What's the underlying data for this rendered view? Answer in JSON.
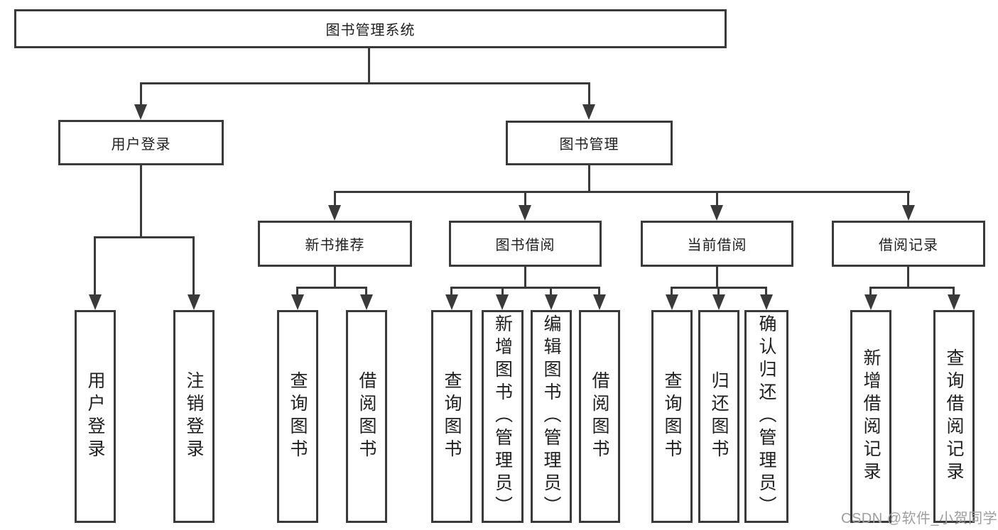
{
  "theme": {
    "line_color": "#3a3a3a",
    "text_color": "#1f1f1f",
    "box_bg": "#ffffff",
    "page_bg": "#ffffff",
    "watermark_color": "#9e9e9e"
  },
  "nodes": {
    "root": {
      "label": "图书管理系统"
    },
    "user_login": {
      "label": "用户登录"
    },
    "book_management": {
      "label": "图书管理"
    },
    "new_book_recommend": {
      "label": "新书推荐"
    },
    "book_borrow": {
      "label": "图书借阅"
    },
    "current_borrow": {
      "label": "当前借阅"
    },
    "borrow_record": {
      "label": "借阅记录"
    },
    "leaf_user_login": {
      "label": "用户登录"
    },
    "leaf_logout": {
      "label": "注销登录"
    },
    "leaf_query_book_recommend": {
      "label": "查询图书"
    },
    "leaf_borrow_book_recommend": {
      "label": "借阅图书"
    },
    "leaf_query_book_borrow": {
      "label": "查询图书"
    },
    "leaf_add_book": {
      "label": "新增图书（管理员）"
    },
    "leaf_edit_book": {
      "label": "编辑图书（管理员）"
    },
    "leaf_borrow_book": {
      "label": "借阅图书"
    },
    "leaf_query_book_current": {
      "label": "查询图书"
    },
    "leaf_return_book": {
      "label": "归还图书"
    },
    "leaf_confirm_return": {
      "label": "确认归还（管理员）"
    },
    "leaf_add_borrow_record": {
      "label": "新增借阅记录"
    },
    "leaf_query_borrow_record": {
      "label": "查询借阅记录"
    }
  },
  "watermark": {
    "text": "CSDN @软件_小贺同学"
  }
}
